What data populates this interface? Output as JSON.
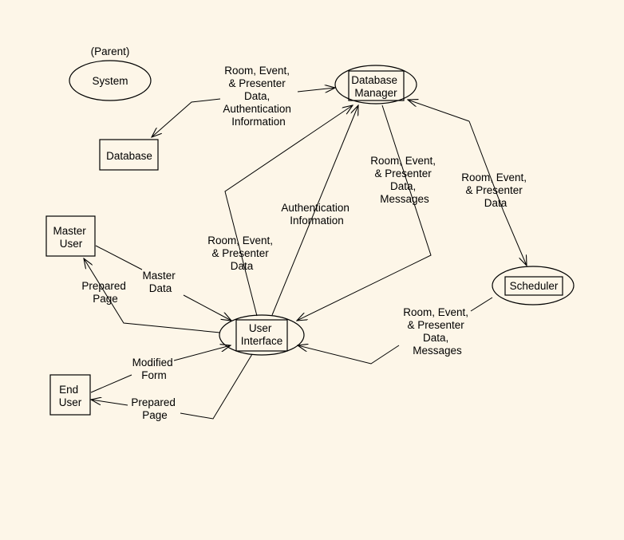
{
  "nodes": {
    "system": {
      "label": [
        "System"
      ],
      "note": "(Parent)"
    },
    "database_manager": {
      "label": [
        "Database",
        "Manager"
      ]
    },
    "database": {
      "label": [
        "Database"
      ]
    },
    "master_user": {
      "label": [
        "Master",
        "User"
      ]
    },
    "user_interface": {
      "label": [
        "User",
        "Interface"
      ]
    },
    "scheduler": {
      "label": [
        "Scheduler"
      ]
    },
    "end_user": {
      "label": [
        "End",
        "User"
      ]
    }
  },
  "flows": {
    "dbmgr_database": [
      "Room, Event,",
      "& Presenter",
      "Data,",
      "Authentication",
      "Information"
    ],
    "dbmgr_to_ui": [
      "Room, Event,",
      "& Presenter",
      "Data,",
      "Messages"
    ],
    "dbmgr_scheduler": [
      "Room, Event,",
      "& Presenter",
      "Data"
    ],
    "ui_auth_to_dbmgr": [
      "Authentication",
      "Information"
    ],
    "ui_data_to_dbmgr": [
      "Room, Event,",
      "& Presenter",
      "Data"
    ],
    "master_to_ui": [
      "Master",
      "Data"
    ],
    "ui_to_master": [
      "Prepared",
      "Page"
    ],
    "scheduler_to_ui": [
      "Room, Event,",
      "& Presenter",
      "Data,",
      "Messages"
    ],
    "enduser_to_ui": [
      "Modified",
      "Form"
    ],
    "ui_to_enduser": [
      "Prepared",
      "Page"
    ]
  }
}
